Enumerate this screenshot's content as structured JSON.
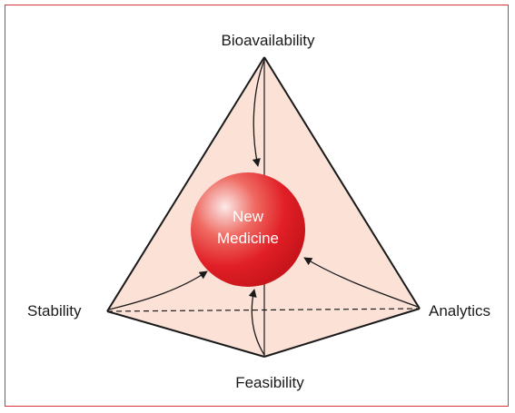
{
  "diagram": {
    "center": {
      "line1": "New",
      "line2": "Medicine"
    },
    "vertices": {
      "top": "Bioavailability",
      "left": "Stability",
      "right": "Analytics",
      "bottom": "Feasibility"
    },
    "colors": {
      "frame": "#d9343e",
      "face_fill": "#fbe1d6",
      "edge": "#1a1a1a",
      "sphere_core": "#e8202a",
      "sphere_highlight": "#ffffff"
    }
  }
}
